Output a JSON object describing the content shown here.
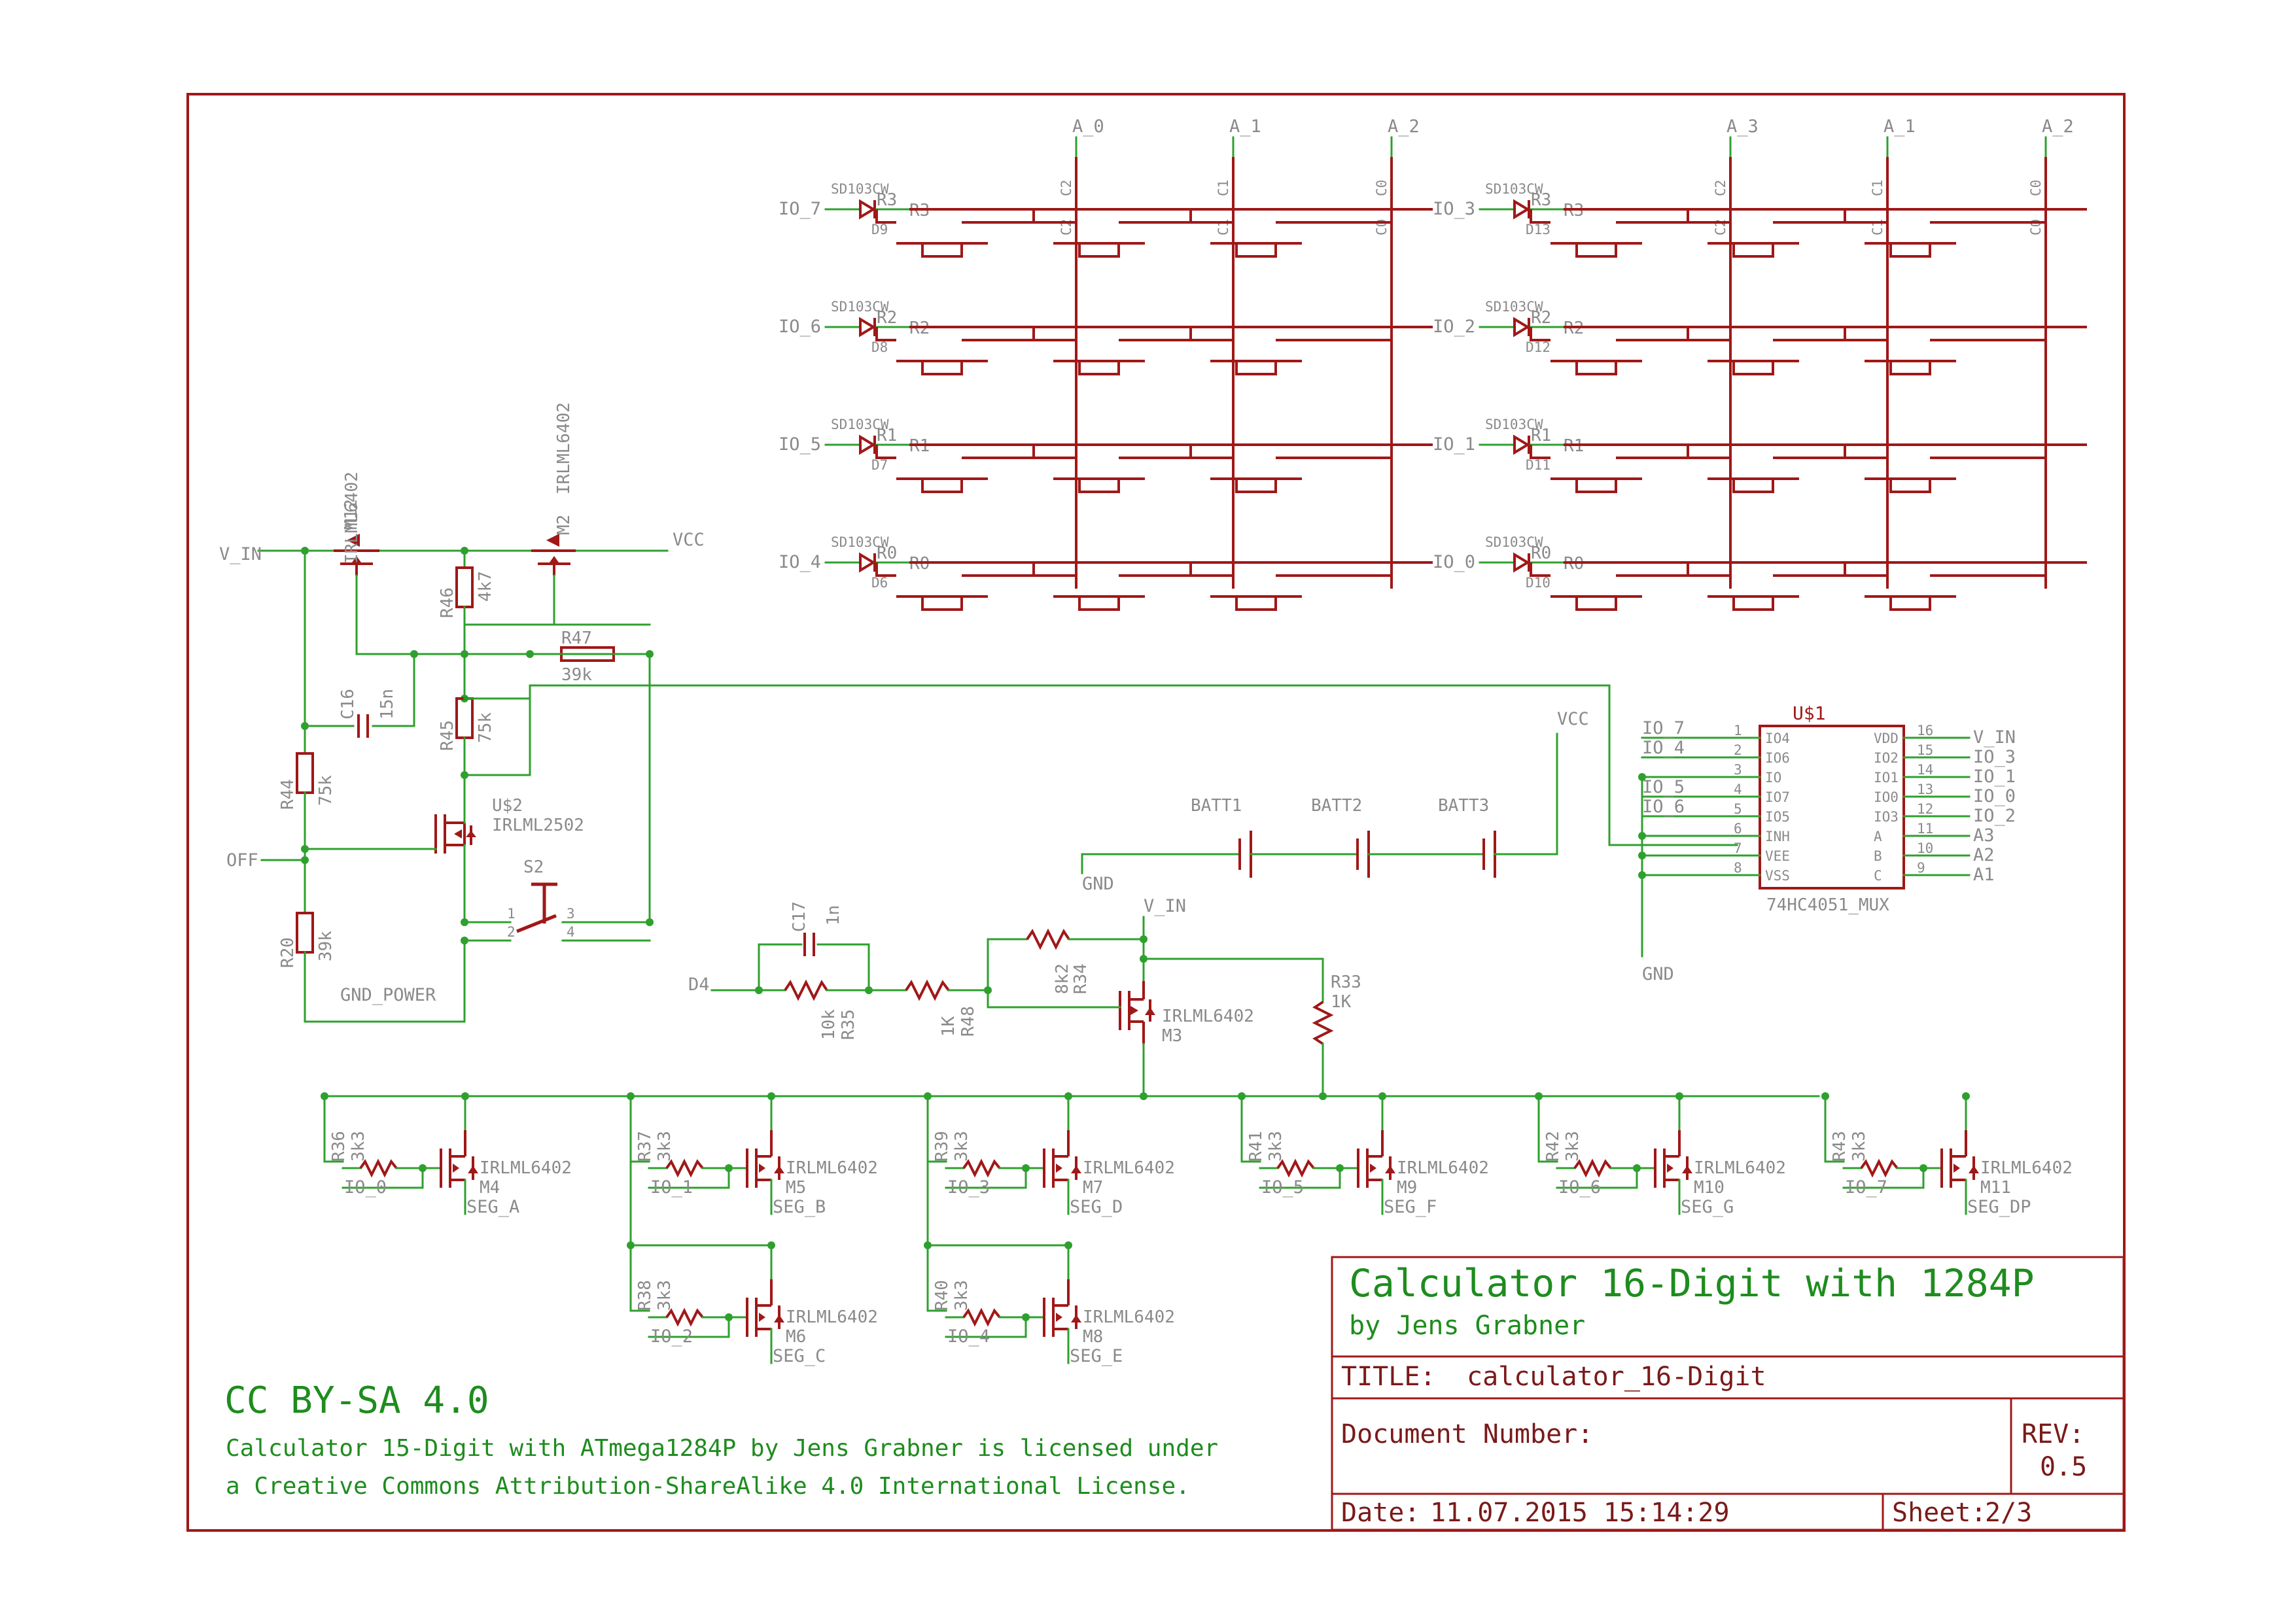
{
  "title_block": {
    "title": "Calculator 16-Digit with 1284P",
    "author": "by Jens Grabner",
    "title_field_label": "TITLE:",
    "title_field_value": "calculator_16-Digit",
    "document_number_label": "Document Number:",
    "rev_label": "REV:",
    "rev_value": "0.5",
    "date_label": "Date:",
    "date_value": "11.07.2015 15:14:29",
    "sheet_label": "Sheet:",
    "sheet_value": "2/3"
  },
  "license": {
    "heading": "CC BY-SA 4.0",
    "line1": "Calculator 15-Digit with ATmega1284P by Jens Grabner is licensed under",
    "line2": "a Creative Commons Attribution-ShareAlike 4.0 International License."
  },
  "keypad_left": {
    "columns": [
      "A_0",
      "A_1",
      "A_2"
    ],
    "column_pins": [
      "C2",
      "C1",
      "C0"
    ],
    "rows": [
      {
        "io": "IO_7",
        "diode": "D9",
        "row": "R3"
      },
      {
        "io": "IO_6",
        "diode": "D8",
        "row": "R2"
      },
      {
        "io": "IO_5",
        "diode": "D7",
        "row": "R1"
      },
      {
        "io": "IO_4",
        "diode": "D6",
        "row": "R0"
      }
    ],
    "diode_value": "SD103CW"
  },
  "keypad_right": {
    "columns": [
      "A_3",
      "A_1",
      "A_2"
    ],
    "column_pins": [
      "C2",
      "C1",
      "C0"
    ],
    "rows": [
      {
        "io": "IO_3",
        "diode": "D13",
        "row": "R3"
      },
      {
        "io": "IO_2",
        "diode": "D12",
        "row": "R2"
      },
      {
        "io": "IO_1",
        "diode": "D11",
        "row": "R1"
      },
      {
        "io": "IO_0",
        "diode": "D10",
        "row": "R0"
      }
    ],
    "diode_value": "SD103CW"
  },
  "power_section": {
    "v_in": "V_IN",
    "vcc": "VCC",
    "off": "OFF",
    "gnd_power": "GND_POWER",
    "m12_name": "M12",
    "m12_value": "IRLML6402",
    "m2_name": "M2",
    "m2_value": "IRLML6402",
    "r46_name": "R46",
    "r46_value": "4k7",
    "r47_name": "R47",
    "r47_value": "39k",
    "c16_name": "C16",
    "c16_value": "15n",
    "r45_name": "R45",
    "r45_value": "75k",
    "r44_name": "R44",
    "r44_value": "75k",
    "r20_name": "R20",
    "r20_value": "39k",
    "u2_name": "U$2",
    "u2_value": "IRLML2502",
    "s2_name": "S2",
    "s2_pins": [
      "1",
      "2",
      "3",
      "4"
    ]
  },
  "battery_section": {
    "vcc": "VCC",
    "gnd": "GND",
    "batteries": [
      "BATT1",
      "BATT2",
      "BATT3"
    ]
  },
  "mux": {
    "name": "U$1",
    "value": "74HC4051_MUX",
    "left_pins": [
      {
        "num": "1",
        "name": "IO4",
        "net": "IO_7"
      },
      {
        "num": "2",
        "name": "IO6",
        "net": "IO_4"
      },
      {
        "num": "3",
        "name": "IO",
        "net": ""
      },
      {
        "num": "4",
        "name": "IO7",
        "net": "IO_5"
      },
      {
        "num": "5",
        "name": "IO5",
        "net": "IO_6"
      },
      {
        "num": "6",
        "name": "INH",
        "net": ""
      },
      {
        "num": "7",
        "name": "VEE",
        "net": ""
      },
      {
        "num": "8",
        "name": "VSS",
        "net": ""
      }
    ],
    "right_pins": [
      {
        "num": "16",
        "name": "VDD",
        "net": "V_IN"
      },
      {
        "num": "15",
        "name": "IO2",
        "net": "IO_3"
      },
      {
        "num": "14",
        "name": "IO1",
        "net": "IO_1"
      },
      {
        "num": "13",
        "name": "IO0",
        "net": "IO_0"
      },
      {
        "num": "12",
        "name": "IO3",
        "net": "IO_2"
      },
      {
        "num": "11",
        "name": "A",
        "net": "A3"
      },
      {
        "num": "10",
        "name": "B",
        "net": "A2"
      },
      {
        "num": "9",
        "name": "C",
        "net": "A1"
      }
    ],
    "gnd": "GND"
  },
  "driver_section": {
    "d4": "D4",
    "v_in": "V_IN",
    "c17_name": "C17",
    "c17_value": "1n",
    "r35_name": "R35",
    "r35_value": "10k",
    "r48_name": "R48",
    "r48_value": "1K",
    "r34_name": "R34",
    "r34_value": "8k2",
    "m3_name": "M3",
    "m3_value": "IRLML6402",
    "r33_name": "R33",
    "r33_value": "1K"
  },
  "segment_drivers": [
    {
      "r": "R36",
      "rv": "3k3",
      "io": "IO_0",
      "m": "M4",
      "mv": "IRLML6402",
      "seg": "SEG_A"
    },
    {
      "r": "R37",
      "rv": "3k3",
      "io": "IO_1",
      "m": "M5",
      "mv": "IRLML6402",
      "seg": "SEG_B"
    },
    {
      "r": "R38",
      "rv": "3k3",
      "io": "IO_2",
      "m": "M6",
      "mv": "IRLML6402",
      "seg": "SEG_C"
    },
    {
      "r": "R39",
      "rv": "3k3",
      "io": "IO_3",
      "m": "M7",
      "mv": "IRLML6402",
      "seg": "SEG_D"
    },
    {
      "r": "R40",
      "rv": "3k3",
      "io": "IO_4",
      "m": "M8",
      "mv": "IRLML6402",
      "seg": "SEG_E"
    },
    {
      "r": "R41",
      "rv": "3k3",
      "io": "IO_5",
      "m": "M9",
      "mv": "IRLML6402",
      "seg": "SEG_F"
    },
    {
      "r": "R42",
      "rv": "3k3",
      "io": "IO_6",
      "m": "M10",
      "mv": "IRLML6402",
      "seg": "SEG_G"
    },
    {
      "r": "R43",
      "rv": "3k3",
      "io": "IO_7",
      "m": "M11",
      "mv": "IRLML6402",
      "seg": "SEG_DP"
    }
  ]
}
